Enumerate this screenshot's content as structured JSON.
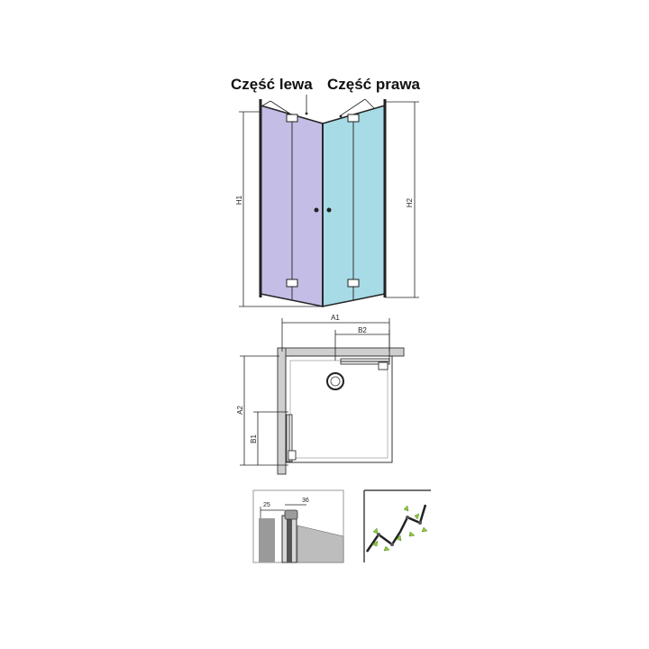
{
  "labels": {
    "left_part": "Część lewa",
    "right_part": "Część prawa"
  },
  "dimensions": {
    "h1": "H1",
    "h2": "H2",
    "a1": "A1",
    "a2": "A2",
    "b1": "B1",
    "b2": "B2",
    "d25": "25",
    "d36": "36"
  },
  "colors": {
    "left_glass": "#c4bde6",
    "right_glass": "#a7dbe6",
    "frame": "#222222",
    "wall": "#c8c8c8",
    "arrow_green": "#8cc63f"
  }
}
